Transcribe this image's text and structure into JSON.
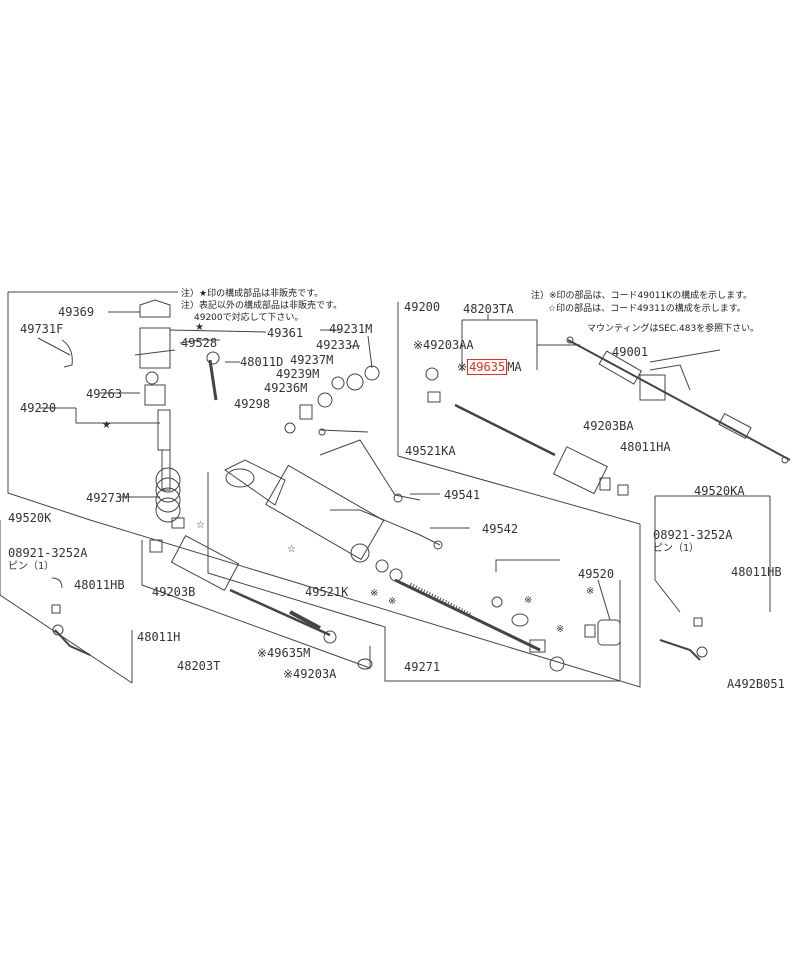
{
  "colors": {
    "line": "#444444",
    "highlight": "#e0301e",
    "background": "#ffffff"
  },
  "notes": {
    "left_1": "注）★印の構成部品は非販売です。",
    "left_2": "注）表記以外の構成部品は非販売です。",
    "left_3": "49200で対応して下さい。",
    "right_1": "注）※印の部品は、コード49011Kの構成を示します。",
    "right_2": "☆印の部品は、コード49311の構成を示します。",
    "right_3": "マウンティングはSEC.483を参照下さい。"
  },
  "labels": {
    "p49369": "49369",
    "p49731F": "49731F",
    "p49361": "49361",
    "p49528": "49528",
    "p48011D": "48011D",
    "p49263": "49263",
    "p49220": "49220",
    "p49231M": "49231M",
    "p49233A": "49233A",
    "p49237M": "49237M",
    "p49239M": "49239M",
    "p49236M": "49236M",
    "p49298": "49298",
    "p49200": "49200",
    "p49273M": "49273M",
    "p49541": "49541",
    "p49542": "49542",
    "p49520K": "49520K",
    "p08921L": "08921-3252A",
    "pinL": "ピン（1）",
    "p48011HB_L": "48011HB",
    "p49203B": "49203B",
    "p48011H": "48011H",
    "p48203T": "48203T",
    "p49521K": "49521K",
    "p49635M": "※49635M",
    "p49203A": "※49203A",
    "p49271": "49271",
    "p48203TA": "48203TA",
    "p49203AA": "※49203AA",
    "p49635MA_mark": "※",
    "p49635MA_hl": "49635",
    "p49635MA_suffix": "MA",
    "p49521KA": "49521KA",
    "p49203BA": "49203BA",
    "p48011HA": "48011HA",
    "p49001": "49001",
    "p49520KA": "49520KA",
    "p08921R": "08921-3252A",
    "pinR": "ピン（1）",
    "p48011HB_R": "48011HB",
    "p49520": "49520",
    "diagram_code": "A492B051"
  }
}
